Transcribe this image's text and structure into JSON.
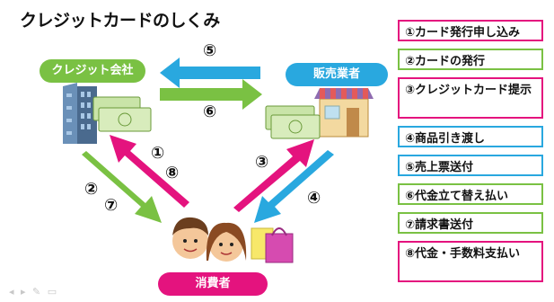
{
  "title": "クレジットカードのしくみ",
  "actors": {
    "company": "クレジット会社",
    "seller": "販売業者",
    "consumer": "消費者"
  },
  "steps": [
    {
      "text": "①カード発行申し込み",
      "color": "#e4137e"
    },
    {
      "text": "②カードの発行",
      "color": "#7ac143"
    },
    {
      "text": "③クレジットカード提示",
      "color": "#e4137e"
    },
    {
      "text": "④商品引き渡し",
      "color": "#29a8df"
    },
    {
      "text": "⑤売上票送付",
      "color": "#29a8df"
    },
    {
      "text": "⑥代金立て替え払い",
      "color": "#7ac143"
    },
    {
      "text": "⑦請求書送付",
      "color": "#7ac143"
    },
    {
      "text": "⑧代金・手数料支払い",
      "color": "#e4137e"
    }
  ],
  "arrow_labels": {
    "n1": "①",
    "n2": "②",
    "n3": "③",
    "n4": "④",
    "n5": "⑤",
    "n6": "⑥",
    "n7": "⑦",
    "n8": "⑧"
  },
  "colors": {
    "green": "#7ac143",
    "blue": "#29a8df",
    "pink": "#e4137e"
  }
}
